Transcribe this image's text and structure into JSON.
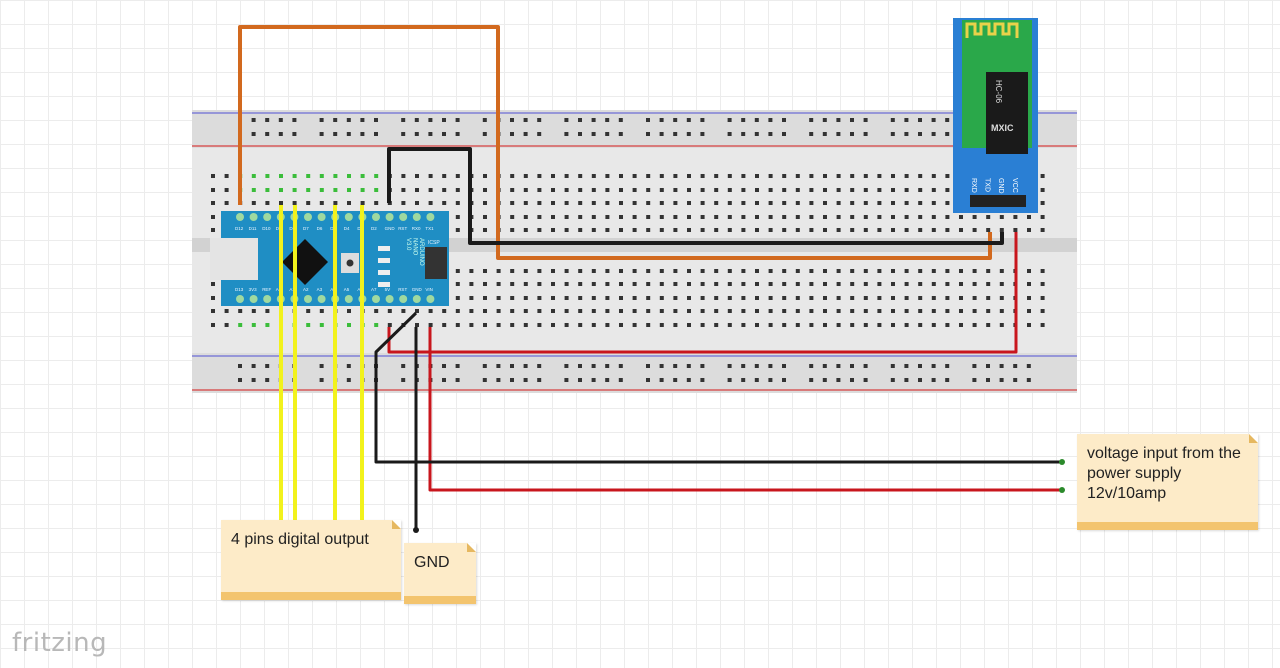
{
  "notes": {
    "digital_output": "4 pins digital output",
    "gnd": "GND",
    "power": "voltage input from the power supply 12v/10amp"
  },
  "arduino": {
    "name": "ARDUINO NANO V3.0",
    "top_pins": [
      "D12",
      "D11",
      "D10",
      "D9",
      "D8",
      "D7",
      "D6",
      "D5",
      "D4",
      "D3",
      "D2",
      "GND",
      "RST",
      "RX0",
      "TX1"
    ],
    "bottom_pins": [
      "D13",
      "3V3",
      "REF",
      "A0",
      "A1",
      "A2",
      "A3",
      "A4",
      "A5",
      "A6",
      "A7",
      "5V",
      "RST",
      "GND",
      "VIN"
    ],
    "icsp": "ICSP"
  },
  "bluetooth": {
    "chip": "HC-06",
    "pins": [
      "RXD",
      "TXD",
      "GND",
      "VCC"
    ]
  },
  "logo": "fritzing",
  "colors": {
    "orange_wire": "#d2691e",
    "black_wire": "#1a1a1a",
    "red_wire": "#c8161d",
    "yellow_wire": "#f2f21c",
    "board": "#1f8ec4",
    "module": "#2a7fd4"
  }
}
